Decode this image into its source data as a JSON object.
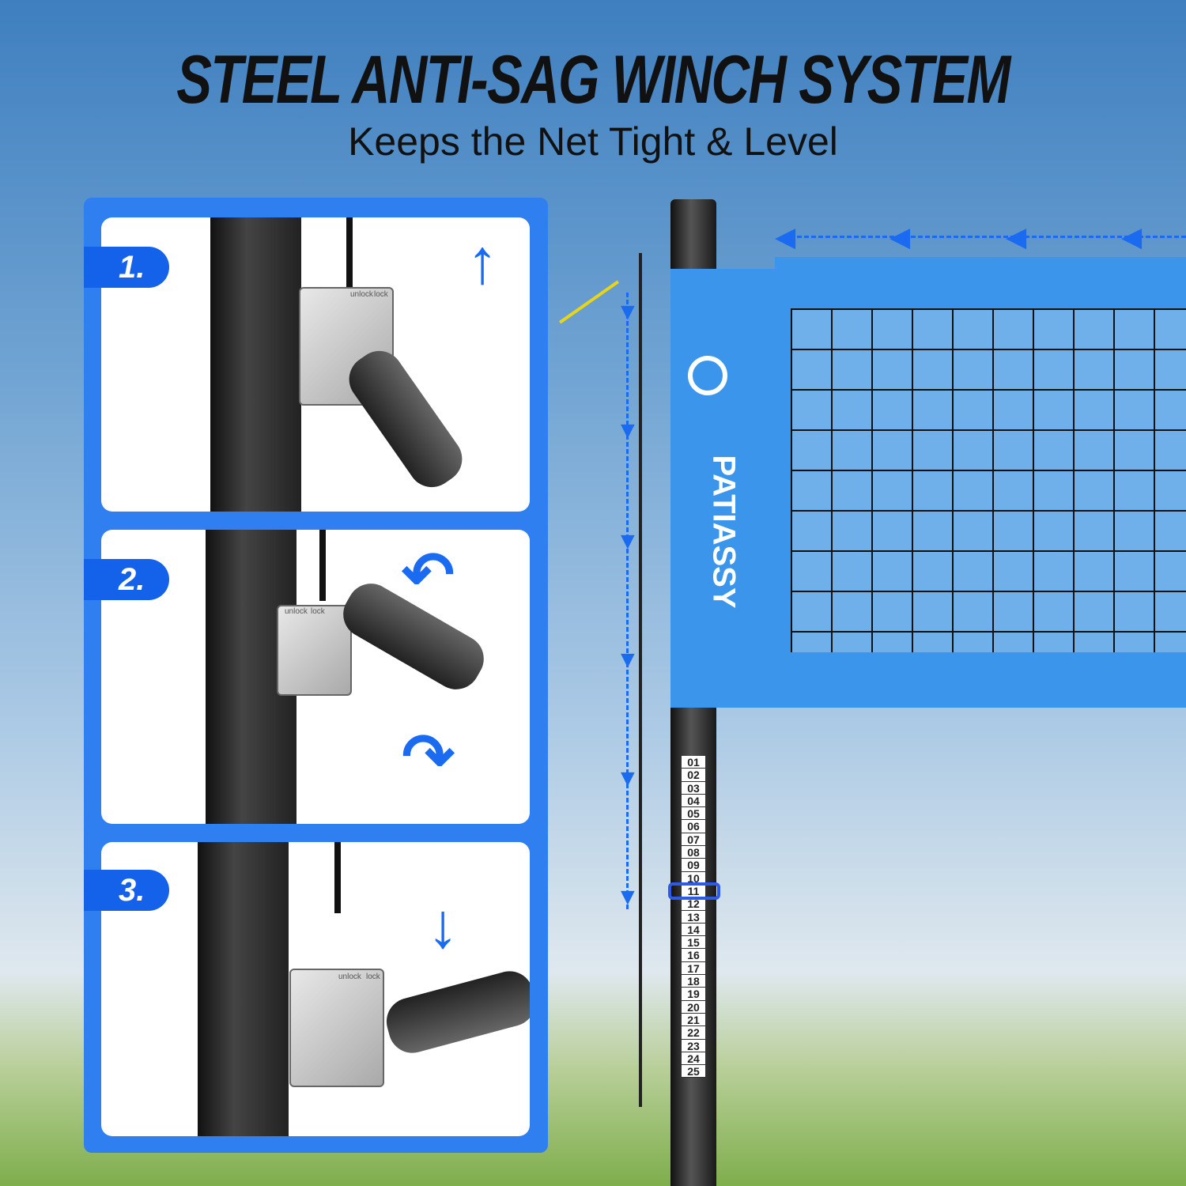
{
  "title": "STEEL ANTI-SAG WINCH SYSTEM",
  "subtitle": "Keeps the Net Tight & Level",
  "steps": [
    {
      "label": "1.",
      "unlock": "unlock",
      "lock": "lock"
    },
    {
      "label": "2.",
      "unlock": "unlock",
      "lock": "lock"
    },
    {
      "label": "3.",
      "unlock": "unlock",
      "lock": "lock"
    }
  ],
  "brand": "PATIASSY",
  "ruler": [
    "01",
    "02",
    "03",
    "04",
    "05",
    "06",
    "07",
    "08",
    "09",
    "10",
    "11",
    "12",
    "13",
    "14",
    "15",
    "16",
    "17",
    "18",
    "19",
    "20",
    "21",
    "22",
    "23",
    "24",
    "25"
  ],
  "colors": {
    "accent": "#2f7ff0",
    "net_banner": "#3b95ea"
  },
  "icons": [
    "up-arrow-icon",
    "rotate-arrow-icon",
    "down-arrow-icon",
    "volleyball-logo-icon"
  ]
}
